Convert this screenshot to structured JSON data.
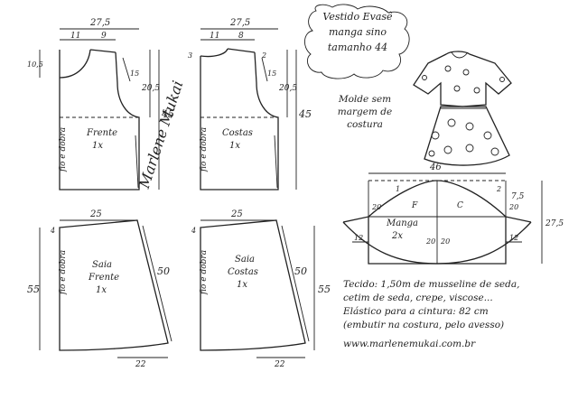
{
  "title": {
    "line1": "Vestido Evasê",
    "line2": "manga sino",
    "line3": "tamanho 44"
  },
  "note": {
    "line1": "Molde sem",
    "line2": "margem de",
    "line3": "costura"
  },
  "pieces": {
    "frente": {
      "name": "Frente",
      "qty": "1x"
    },
    "costas": {
      "name": "Costas",
      "qty": "1x"
    },
    "saia_frente": {
      "name1": "Saia",
      "name2": "Frente",
      "qty": "1x"
    },
    "saia_costas": {
      "name1": "Saia",
      "name2": "Costas",
      "qty": "1x"
    },
    "manga": {
      "name": "Manga",
      "qty": "2x"
    }
  },
  "fold_label": "fio e dobra",
  "measures": {
    "bodice_width": "27,5",
    "front_neck_h": "10,5",
    "front_11": "11",
    "front_9": "9",
    "front_15": "15",
    "front_206": "20,5",
    "front_45": "45",
    "back_11": "11",
    "back_8": "8",
    "back_3": "3",
    "back_2": "2",
    "back_15": "15",
    "back_206": "20,5",
    "back_45": "45",
    "skirt_25a": "25",
    "skirt_4a": "4",
    "skirt_55a": "55",
    "skirt_50a": "50",
    "skirt_22a": "22",
    "skirt_25b": "25",
    "skirt_4b": "4",
    "skirt_55b": "55",
    "skirt_50b": "50",
    "skirt_22b": "22",
    "sleeve_46": "46",
    "sleeve_27": "27,5",
    "sleeve_75": "7,5",
    "sleeve_2": "2",
    "sleeve_1": "1",
    "sleeve_F": "F",
    "sleeve_C": "C",
    "sleeve_20a": "20",
    "sleeve_20b": "20",
    "sleeve_20c": "20",
    "sleeve_20d": "20",
    "sleeve_12a": "12",
    "sleeve_12b": "12"
  },
  "fabric": {
    "line1": "Tecido: 1,50m de musseline de seda,",
    "line2": "cetim de seda, crepe, viscose...",
    "line3": "Elástico para a cintura: 82 cm",
    "line4": "(embutir na costura, pelo avesso)"
  },
  "website": "www.marlenemukai.com.br",
  "signature": "Marlene Mukai"
}
